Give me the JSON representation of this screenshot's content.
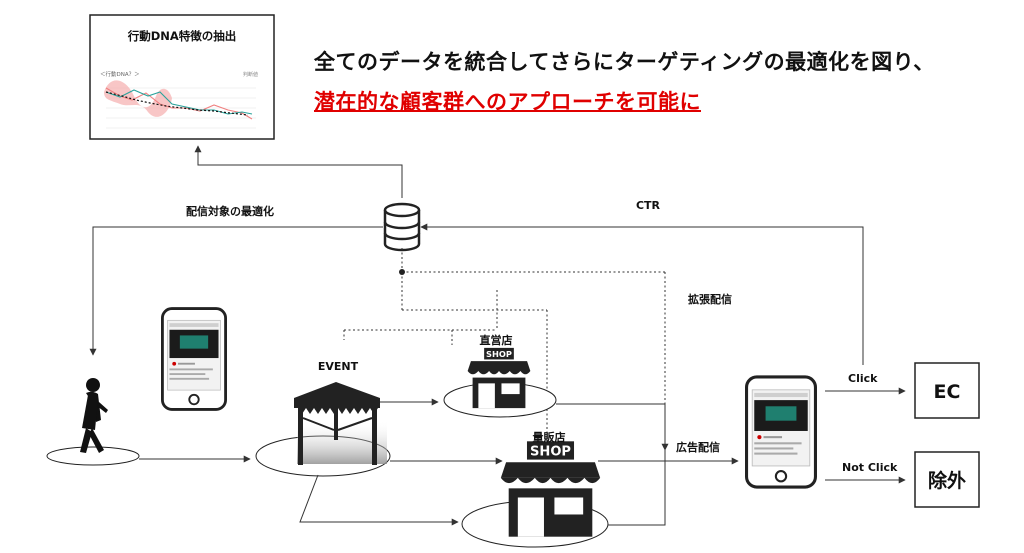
{
  "headline": {
    "line1": "全てのデータを統合してさらにターゲティングの最適化を図り、",
    "line2": "潜在的な顧客群へのアプローチを可能に"
  },
  "chart_panel": {
    "title": "行動DNA特徴の抽出",
    "sub_left": "＜行動DNA？＞",
    "sub_right": "判断値"
  },
  "labels": {
    "delivery_opt": "配信対象の最適化",
    "ctr": "CTR",
    "expand": "拡張配信",
    "event": "EVENT",
    "direct_store": "直営店",
    "mass_store": "量販店",
    "shop": "SHOP",
    "ad": "広告配信",
    "click": "Click",
    "not_click": "Not Click",
    "ec": "EC",
    "exclude": "除外"
  },
  "colors": {
    "accent_red": "#e00000",
    "line_teal": "#2aa39b",
    "line_pink": "#f08080",
    "shade_pink": "#f6b3b3"
  }
}
